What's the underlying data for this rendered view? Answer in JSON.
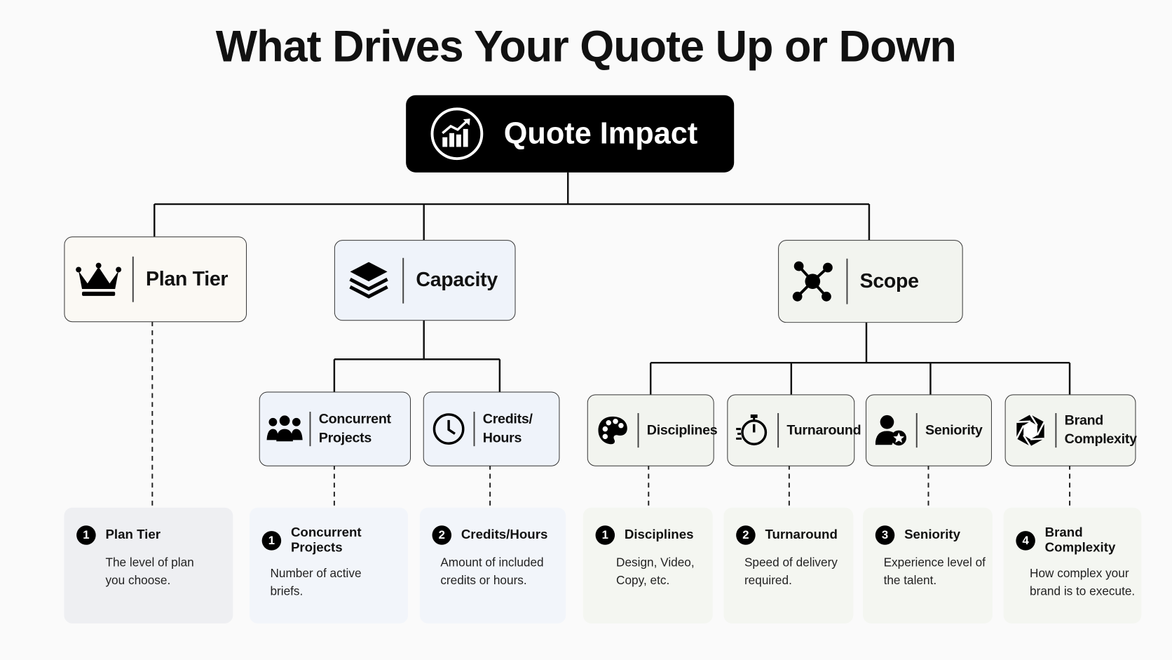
{
  "title": "What Drives Your Quote Up or Down",
  "root": {
    "label": "Quote Impact",
    "icon": "chart-growth-icon"
  },
  "categories": {
    "plan_tier": {
      "label": "Plan Tier",
      "icon": "crown-icon"
    },
    "capacity": {
      "label": "Capacity",
      "icon": "layers-icon"
    },
    "scope": {
      "label": "Scope",
      "icon": "network-icon"
    }
  },
  "subnodes": {
    "concurrent_projects": {
      "label": "Concurrent Projects",
      "icon": "users-icon"
    },
    "credits_hours": {
      "label": "Credits/ Hours",
      "icon": "clock-icon"
    },
    "disciplines": {
      "label": "Disciplines",
      "icon": "palette-icon"
    },
    "turnaround": {
      "label": "Turnaround",
      "icon": "stopwatch-icon"
    },
    "seniority": {
      "label": "Seniority",
      "icon": "user-star-icon"
    },
    "brand_complexity": {
      "label": "Brand Complexity",
      "icon": "hexagon-icon"
    }
  },
  "cards": {
    "plan_tier": {
      "number": "1",
      "title": "Plan Tier",
      "description": "The level of plan you choose."
    },
    "concurrent_projects": {
      "number": "1",
      "title": "Concurrent Projects",
      "description": "Number of active briefs."
    },
    "credits_hours": {
      "number": "2",
      "title": "Credits/Hours",
      "description": "Amount of included credits or hours."
    },
    "disciplines": {
      "number": "1",
      "title": "Disciplines",
      "description": "Design, Video, Copy, etc."
    },
    "turnaround": {
      "number": "2",
      "title": "Turnaround",
      "description": "Speed of delivery required."
    },
    "seniority": {
      "number": "3",
      "title": "Seniority",
      "description": "Experience level of the talent."
    },
    "brand_complexity": {
      "number": "4",
      "title": "Brand Complexity",
      "description": "How complex your brand is to execute."
    }
  },
  "colors": {
    "root_bg": "#000000",
    "plan_tier_bg": "#fbf9f4",
    "capacity_bg": "#eff3fa",
    "scope_bg": "#f2f4ef",
    "line": "#111111"
  }
}
